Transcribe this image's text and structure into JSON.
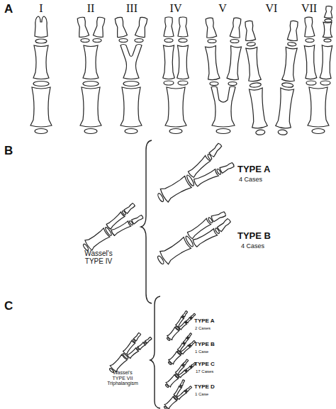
{
  "diagram": {
    "labels": [
      "A",
      "I",
      "II",
      "III",
      "IV",
      "V",
      "VI",
      "VII",
      "B",
      "TYPE A",
      "4 Cases",
      "Wassel's TYPE IV",
      "TYPE B",
      "4 Cases",
      "C",
      "TYPE A",
      "2 Cases",
      "TYPE B",
      "1 Case",
      "Wassel's TYPE VII Triphalangism",
      "TYPE C",
      "17 Cases",
      "TYPE D",
      "1 Case"
    ]
  }
}
